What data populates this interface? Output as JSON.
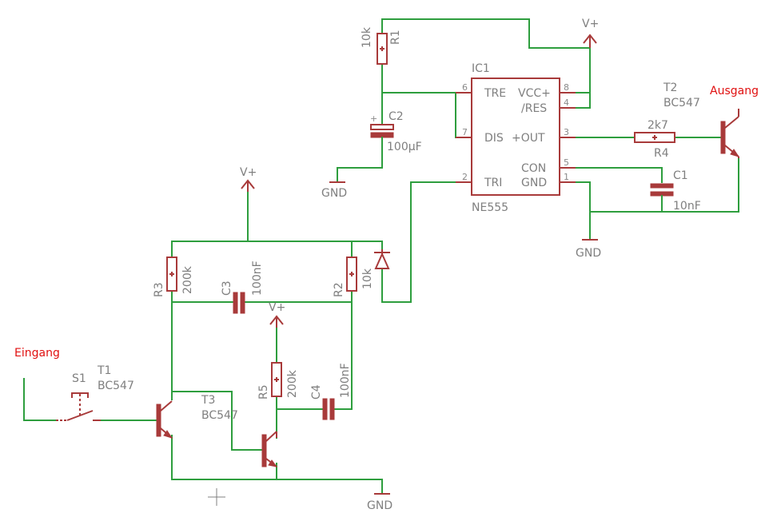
{
  "labels": {
    "ic1": "IC1",
    "ic_name": "NE555",
    "pin_tre": "TRE",
    "pin_dis": "DIS",
    "pin_tri": "TRI",
    "pin_vcc": "VCC+",
    "pin_res": "/RES",
    "pin_out": "+OUT",
    "pin_con": "CON",
    "pin_gnd": "GND",
    "n6": "6",
    "n7": "7",
    "n2": "2",
    "n8": "8",
    "n4": "4",
    "n3": "3",
    "n5": "5",
    "n1": "1",
    "r1": "R1",
    "r1_val": "10k",
    "c2": "C2",
    "c2_val": "100µF",
    "r4": "R4",
    "r4_val": "2k7",
    "c1": "C1",
    "c1_val": "10nF",
    "t2": "T2",
    "t2_type": "BC547",
    "ausgang": "Ausgang",
    "r3": "R3",
    "r3_val": "200k",
    "c3": "C3",
    "c3_val": "100nF",
    "r2": "R2",
    "r2_val": "10k",
    "r5": "R5",
    "r5_val": "200k",
    "c4": "C4",
    "c4_val": "100nF",
    "t1": "T1",
    "t1_type": "BC547",
    "t3": "T3",
    "t3_type": "BC547",
    "s1": "S1",
    "eingang": "Eingang",
    "vplus_top": "V+",
    "vplus_left": "V+",
    "vplus_mid": "V+",
    "gnd_c2": "GND",
    "gnd_right": "GND",
    "gnd_bottom": "GND"
  },
  "colors": {
    "wire": "#2e9e3e",
    "part": "#a83a3a",
    "text": "#7f7f7f",
    "io": "#e01010"
  }
}
